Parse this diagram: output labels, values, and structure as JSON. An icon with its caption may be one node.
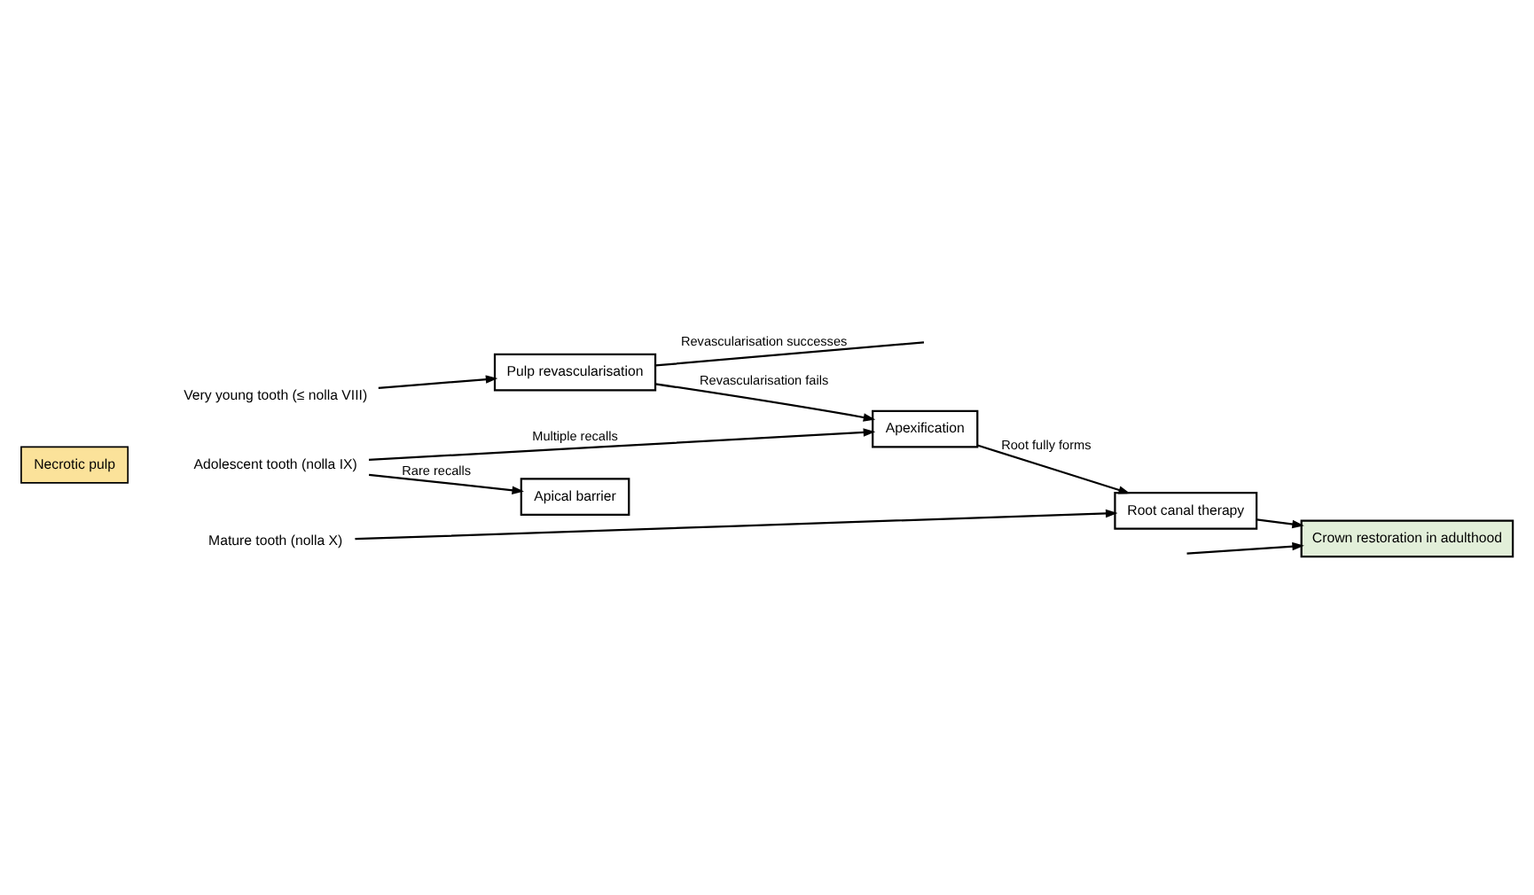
{
  "diagram": {
    "nodes": [
      {
        "text": [
          "Necrotic pulp"
        ]
      },
      {
        "text": [
          "Very young tooth (≤ nolla VIII)"
        ]
      },
      {
        "text": [
          "Adolescent tooth (nolla IX)"
        ]
      },
      {
        "text": [
          "Mature tooth (nolla X)"
        ]
      },
      {
        "text": [
          "Pulp revascularisation"
        ]
      },
      {
        "text": [
          "Apexification"
        ]
      },
      {
        "text": [
          "Apical barrier"
        ]
      },
      {
        "text": [
          "Root canal therapy"
        ]
      },
      {
        "text": [
          "Crown restoration in adulthood"
        ]
      }
    ],
    "edges": [
      {
        "from": 1,
        "to": 4,
        "arrow": "to"
      },
      {
        "from": 4,
        "to": null,
        "arrow": "none",
        "label": "Revascularisation successes"
      },
      {
        "from": 4,
        "to": 5,
        "arrow": "to",
        "label": "Revascularisation fails"
      },
      {
        "from": 2,
        "to": 5,
        "arrow": "to",
        "label": "Multiple recalls"
      },
      {
        "from": 2,
        "to": 6,
        "arrow": "to",
        "label": "Rare recalls"
      },
      {
        "from": 5,
        "to": 7,
        "arrow": "to",
        "label": "Root fully forms"
      },
      {
        "from": 3,
        "to": 7,
        "arrow": "to"
      },
      {
        "from": 7,
        "to": 8,
        "arrow": "to"
      },
      {
        "from": null,
        "to": 8,
        "arrow": "to"
      }
    ]
  }
}
